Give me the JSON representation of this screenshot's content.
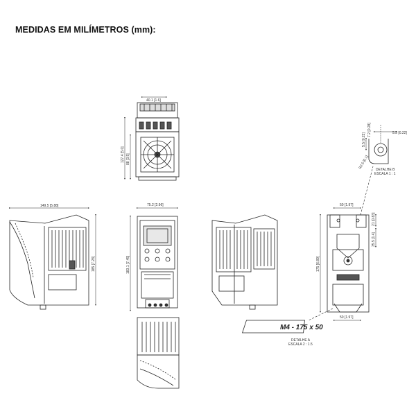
{
  "title": "MEDIDAS EM MILÍMETROS (mm):",
  "dims": {
    "top_width": "40.1 [1.6]",
    "top_height_a": "127.4 [5.0]",
    "top_height_b": "88 [3.5]",
    "side_depth": "149.5 [5.88]",
    "side_height": "185 [7.28]",
    "front_width": "75.2 [2.96]",
    "front_height": "183.1 [7.45]",
    "rear_width": "50 [1.97]",
    "rear_height": "175 [6.89]",
    "rear_bottom_width": "50 [1.97]",
    "rear_side_a": "21 [0.83]",
    "rear_side_b": "35.5 [1.4]",
    "detail_b_a": "5.5 [0.22]",
    "detail_b_b": "7.2 [0.28]",
    "detail_b_c": "5.5 [0.22]",
    "detail_b_r": "R2.5 [0.1]"
  },
  "screw_label": "M4 - 175 x 50",
  "detail_a": {
    "line1": "DETALHE A",
    "line2": "ESCALA 2 : 1.5"
  },
  "detail_b": {
    "line1": "DETALHE B",
    "line2": "ESCALA 1 : 1"
  }
}
